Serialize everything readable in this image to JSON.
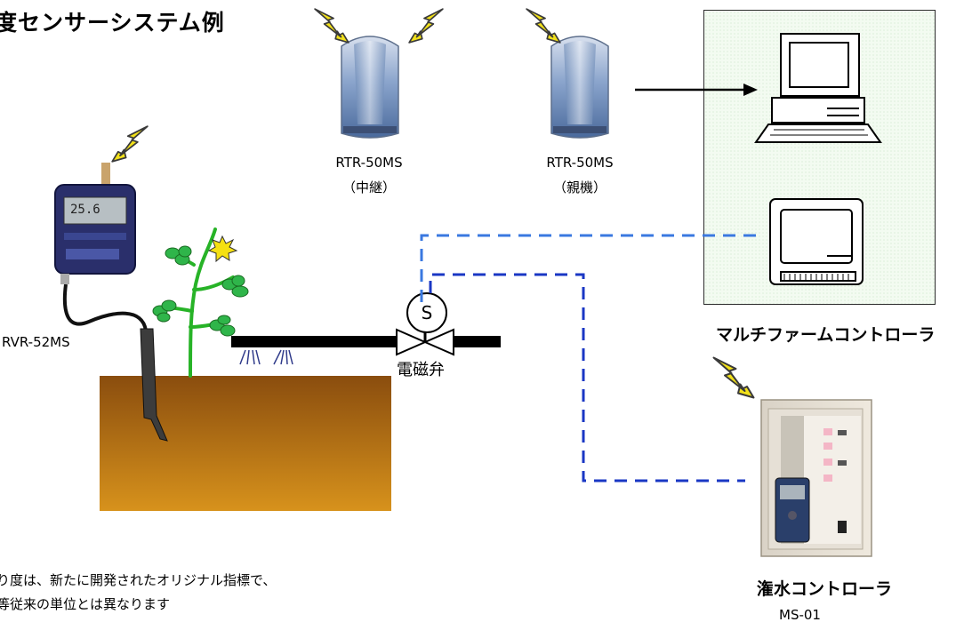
{
  "title": "度センサーシステム例",
  "devices": {
    "repeater": {
      "model": "RTR-50MS",
      "role": "（中継）"
    },
    "base": {
      "model": "RTR-50MS",
      "role": "（親機）"
    },
    "sensor": {
      "model": "RVR-52MS"
    },
    "valve": {
      "label": "電磁弁",
      "symbol": "S"
    },
    "panel": {
      "label": "マルチファームコントローラ"
    },
    "controller": {
      "label": "潅水コントローラ",
      "model": "MS-01"
    },
    "logger_display": "25.6"
  },
  "note": {
    "line1": "り度は、新たに開発されたオリジナル指標で、",
    "line2": "等従来の単位とは異なります"
  },
  "colors": {
    "soil_top": "#8a4d0e",
    "soil_bottom": "#d7921c",
    "plant": "#27b327",
    "dash_light": "#3a78e0",
    "dash_dark": "#1a37c4",
    "lightning": "#f2e11a",
    "panel_bg": "#f3fbf1"
  }
}
